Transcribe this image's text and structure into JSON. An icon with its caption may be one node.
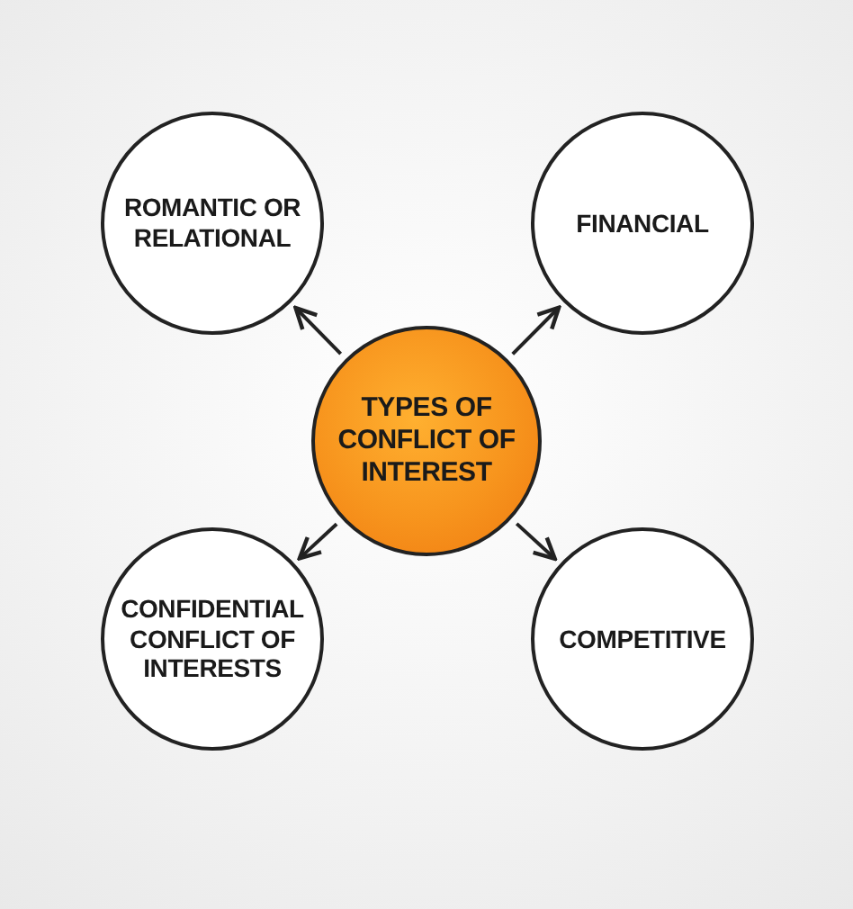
{
  "diagram": {
    "nodes": [
      {
        "text": [
          "TYPES OF CONFLICT OF INTEREST"
        ]
      },
      {
        "text": [
          "ROMANTIC OR RELATIONAL"
        ]
      },
      {
        "text": [
          "FINANCIAL"
        ]
      },
      {
        "text": [
          "CONFIDENTIAL CONFLICT OF INTERESTS"
        ]
      },
      {
        "text": [
          "COMPETITIVE"
        ]
      }
    ],
    "edges": [
      {
        "from": 0,
        "to": 1,
        "arrow": "to"
      },
      {
        "from": 0,
        "to": 2,
        "arrow": "to"
      },
      {
        "from": 0,
        "to": 3,
        "arrow": "to"
      },
      {
        "from": 0,
        "to": 4,
        "arrow": "to"
      }
    ]
  }
}
